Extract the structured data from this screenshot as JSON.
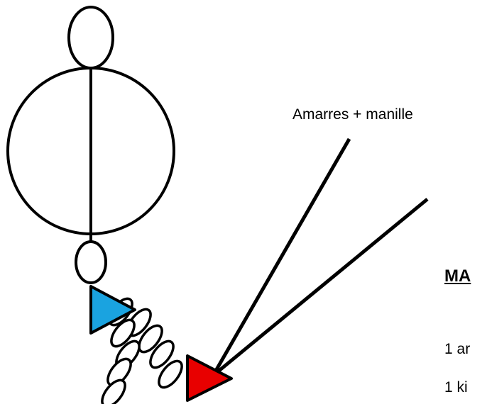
{
  "labels": {
    "mooring": "Amarres + manille",
    "section_title": "MA",
    "line_1": "1 ar",
    "line_2": "1 ki"
  },
  "colors": {
    "stroke": "#000000",
    "top_triangle": "#1AA3E0",
    "bottom_triangle": "#E80000",
    "background": "#FFFFFF"
  }
}
